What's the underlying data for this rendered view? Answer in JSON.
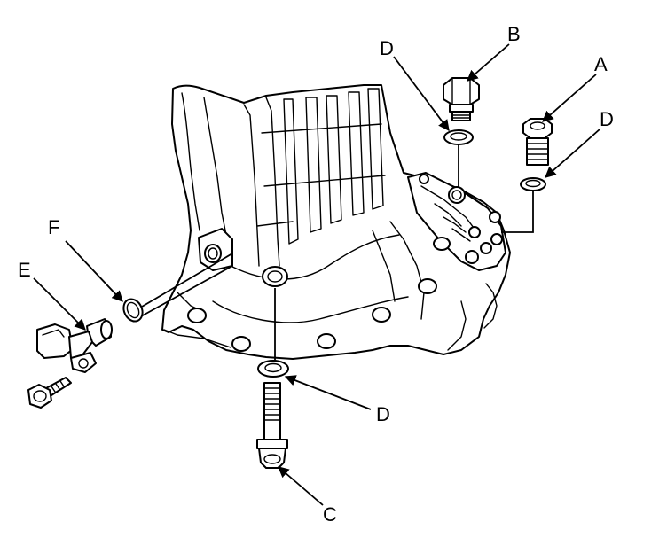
{
  "callouts": {
    "a": "A",
    "b": "B",
    "c": "C",
    "d_top": "D",
    "d_right": "D",
    "d_bottom": "D",
    "e": "E",
    "f": "F"
  }
}
